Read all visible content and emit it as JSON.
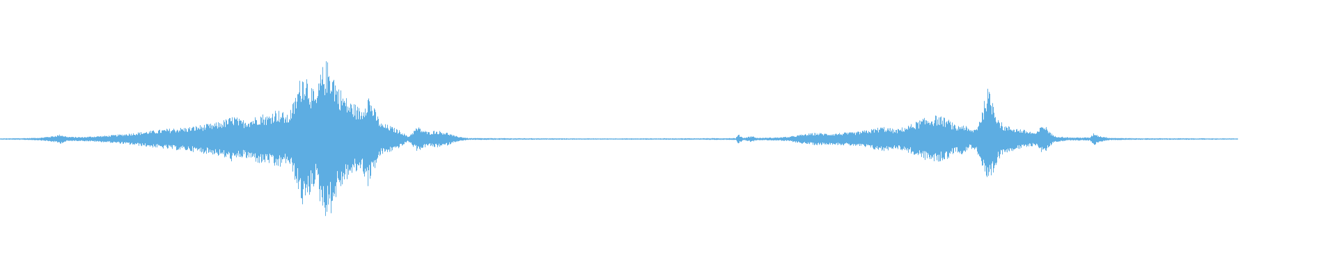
{
  "waveform": {
    "color": "#5DADE2",
    "background": "#FFFFFF",
    "envelope": [
      [
        0.0,
        0.008
      ],
      [
        0.01,
        0.01
      ],
      [
        0.02,
        0.012
      ],
      [
        0.03,
        0.018
      ],
      [
        0.04,
        0.04
      ],
      [
        0.045,
        0.06
      ],
      [
        0.05,
        0.03
      ],
      [
        0.06,
        0.025
      ],
      [
        0.07,
        0.035
      ],
      [
        0.08,
        0.045
      ],
      [
        0.09,
        0.06
      ],
      [
        0.1,
        0.08
      ],
      [
        0.11,
        0.1
      ],
      [
        0.12,
        0.12
      ],
      [
        0.13,
        0.14
      ],
      [
        0.14,
        0.15
      ],
      [
        0.15,
        0.18
      ],
      [
        0.16,
        0.2
      ],
      [
        0.17,
        0.26
      ],
      [
        0.175,
        0.3
      ],
      [
        0.18,
        0.24
      ],
      [
        0.19,
        0.28
      ],
      [
        0.195,
        0.33
      ],
      [
        0.2,
        0.3
      ],
      [
        0.205,
        0.38
      ],
      [
        0.21,
        0.36
      ],
      [
        0.215,
        0.3
      ],
      [
        0.22,
        0.5
      ],
      [
        0.225,
        0.82
      ],
      [
        0.228,
        0.9
      ],
      [
        0.232,
        0.7
      ],
      [
        0.236,
        0.54
      ],
      [
        0.24,
        0.88
      ],
      [
        0.244,
        1.0
      ],
      [
        0.248,
        0.93
      ],
      [
        0.252,
        0.7
      ],
      [
        0.256,
        0.6
      ],
      [
        0.26,
        0.5
      ],
      [
        0.265,
        0.45
      ],
      [
        0.27,
        0.38
      ],
      [
        0.275,
        0.6
      ],
      [
        0.28,
        0.38
      ],
      [
        0.285,
        0.2
      ],
      [
        0.29,
        0.18
      ],
      [
        0.295,
        0.14
      ],
      [
        0.3,
        0.1
      ],
      [
        0.305,
        0.03
      ],
      [
        0.312,
        0.16
      ],
      [
        0.316,
        0.12
      ],
      [
        0.32,
        0.09
      ],
      [
        0.325,
        0.11
      ],
      [
        0.33,
        0.1
      ],
      [
        0.335,
        0.08
      ],
      [
        0.34,
        0.04
      ],
      [
        0.35,
        0.012
      ],
      [
        0.38,
        0.01
      ],
      [
        0.45,
        0.008
      ],
      [
        0.52,
        0.01
      ],
      [
        0.55,
        0.012
      ],
      [
        0.552,
        0.06
      ],
      [
        0.556,
        0.015
      ],
      [
        0.562,
        0.04
      ],
      [
        0.566,
        0.015
      ],
      [
        0.58,
        0.02
      ],
      [
        0.59,
        0.03
      ],
      [
        0.6,
        0.06
      ],
      [
        0.61,
        0.08
      ],
      [
        0.62,
        0.07
      ],
      [
        0.63,
        0.08
      ],
      [
        0.64,
        0.09
      ],
      [
        0.65,
        0.12
      ],
      [
        0.66,
        0.16
      ],
      [
        0.67,
        0.12
      ],
      [
        0.68,
        0.18
      ],
      [
        0.69,
        0.26
      ],
      [
        0.7,
        0.3
      ],
      [
        0.705,
        0.28
      ],
      [
        0.71,
        0.24
      ],
      [
        0.715,
        0.16
      ],
      [
        0.72,
        0.2
      ],
      [
        0.725,
        0.12
      ],
      [
        0.73,
        0.14
      ],
      [
        0.735,
        0.4
      ],
      [
        0.738,
        0.66
      ],
      [
        0.742,
        0.52
      ],
      [
        0.746,
        0.3
      ],
      [
        0.75,
        0.18
      ],
      [
        0.76,
        0.14
      ],
      [
        0.77,
        0.1
      ],
      [
        0.775,
        0.08
      ],
      [
        0.78,
        0.2
      ],
      [
        0.784,
        0.12
      ],
      [
        0.788,
        0.04
      ],
      [
        0.8,
        0.02
      ],
      [
        0.815,
        0.02
      ],
      [
        0.818,
        0.08
      ],
      [
        0.822,
        0.04
      ],
      [
        0.83,
        0.015
      ],
      [
        0.85,
        0.01
      ],
      [
        0.9,
        0.009
      ],
      [
        0.925,
        0.008
      ],
      [
        0.926,
        0.0
      ],
      [
        1.0,
        0.0
      ]
    ]
  }
}
